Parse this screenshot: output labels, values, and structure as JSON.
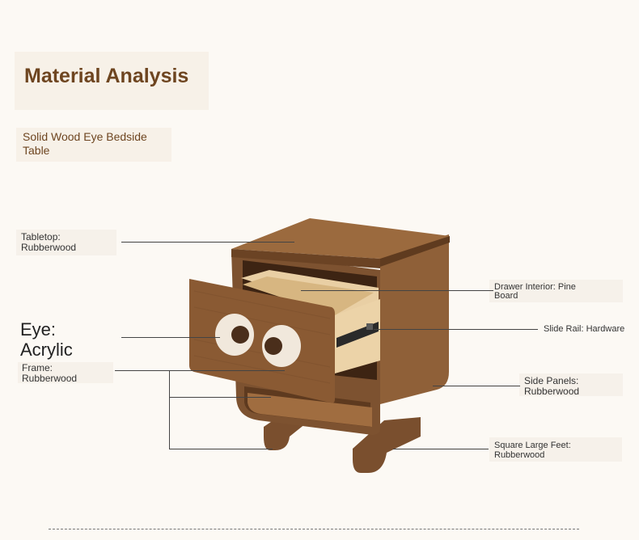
{
  "header": {
    "title": "Material Analysis",
    "subtitle": "Solid Wood Eye Bedside Table"
  },
  "labels": {
    "tabletop": [
      "Tabletop:",
      "Rubberwood"
    ],
    "eye": [
      "Eye:",
      "Acrylic"
    ],
    "frame": [
      "Frame:",
      "Rubberwood"
    ],
    "drawer_interior": [
      "Drawer Interior: Pine",
      "Board"
    ],
    "slide_rail": "Slide Rail: Hardware",
    "side_panels": [
      "Side Panels:",
      "Rubberwood"
    ],
    "feet": [
      "Square Large Feet:",
      "Rubberwood"
    ]
  },
  "colors": {
    "accent": "#6e4520",
    "wood_dark": "#7a4f2e",
    "wood_mid": "#8f6038",
    "wood_light": "#a57245",
    "pine": "#e9cfa4",
    "background": "#fcf9f4"
  }
}
